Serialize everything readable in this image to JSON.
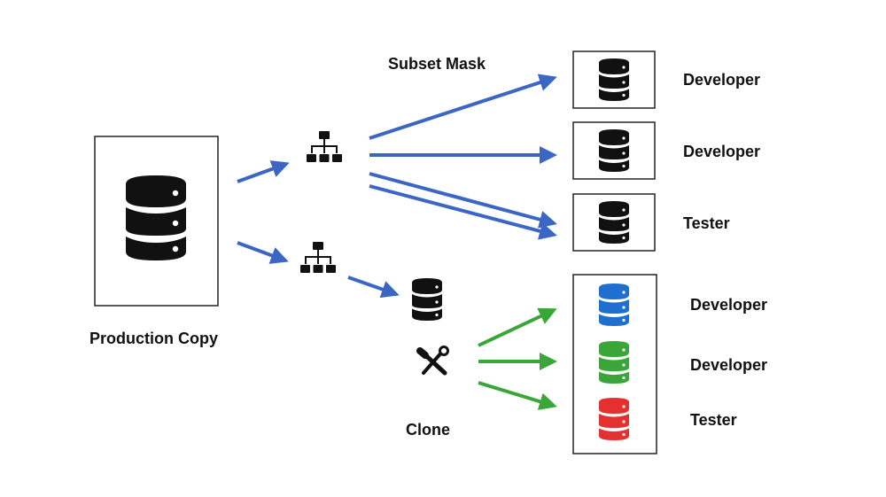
{
  "labels": {
    "production": "Production Copy",
    "subset_mask": "Subset Mask",
    "clone": "Clone"
  },
  "targets_top": [
    {
      "role": "Developer"
    },
    {
      "role": "Developer"
    },
    {
      "role": "Tester"
    }
  ],
  "targets_bottom": [
    {
      "role": "Developer",
      "db_color": "#1f6fd0"
    },
    {
      "role": "Developer",
      "db_color": "#3aa63a"
    },
    {
      "role": "Tester",
      "db_color": "#e53030"
    }
  ],
  "colors": {
    "blue_arrow": "#3b66c4",
    "green_arrow": "#3aa63a",
    "db_black": "#111111"
  },
  "icons": {
    "database": "database-icon",
    "hierarchy": "hierarchy-icon",
    "tools": "tools-icon"
  }
}
